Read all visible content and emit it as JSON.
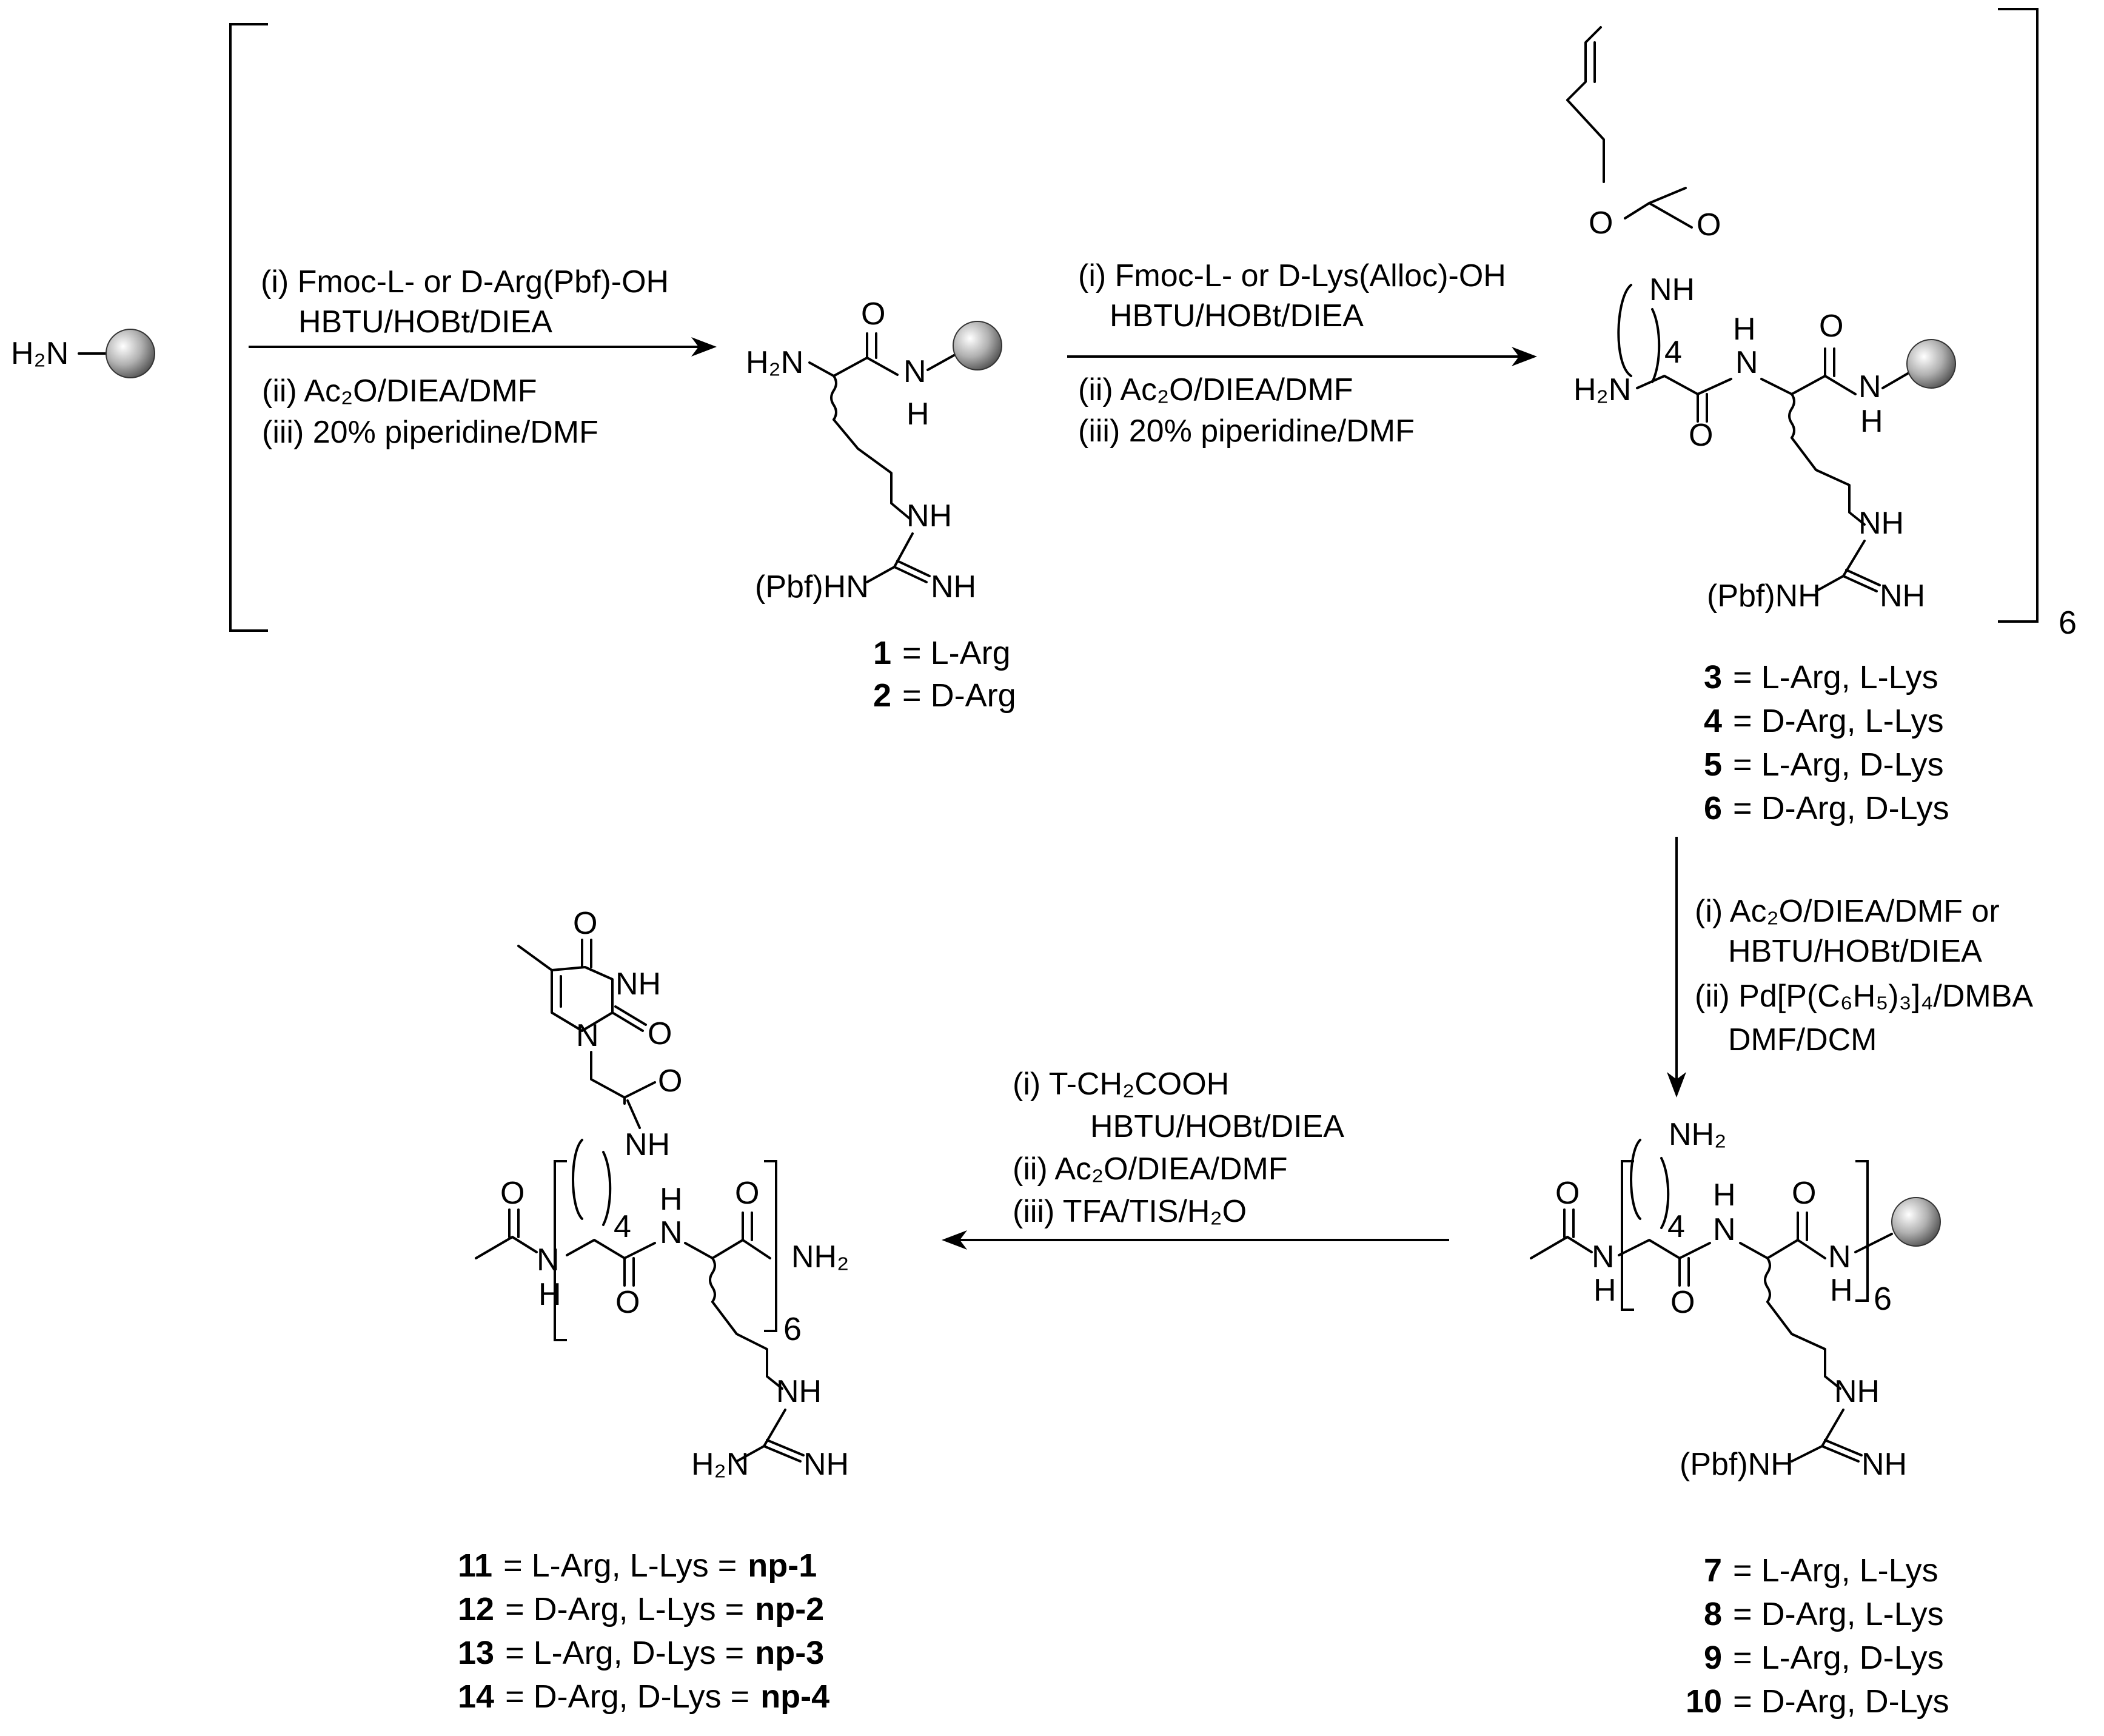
{
  "resin_label": "H₂N",
  "bracket_repeat_top": "6",
  "step1": {
    "reagents": [
      "(i) Fmoc-L- or D-Arg(Pbf)-OH",
      "HBTU/HOBt/DIEA",
      "(ii) Ac₂O/DIEA/DMF",
      "(iii) 20% piperidine/DMF"
    ]
  },
  "step2": {
    "reagents": [
      "(i) Fmoc-L- or D-Lys(Alloc)-OH",
      "HBTU/HOBt/DIEA",
      "(ii) Ac₂O/DIEA/DMF",
      "(iii) 20% piperidine/DMF"
    ]
  },
  "step3": {
    "reagents": [
      "(i) Ac₂O/DIEA/DMF or",
      "HBTU/HOBt/DIEA",
      "(ii) Pd[P(C₆H₅)₃]₄/DMBA",
      "DMF/DCM"
    ]
  },
  "step4": {
    "reagents": [
      "(i)   T-CH₂COOH",
      "HBTU/HOBt/DIEA",
      "(ii)  Ac₂O/DIEA/DMF",
      "(iii) TFA/TIS/H₂O"
    ]
  },
  "cmpd12": {
    "atoms": {
      "o": "O",
      "h2n": "H₂N",
      "nh": "N",
      "h": "H",
      "nh_g": "NH",
      "pbfhn": "(Pbf)HN",
      "nh_imine": "NH"
    },
    "captions": [
      {
        "num": "1",
        "text": "= L-Arg"
      },
      {
        "num": "2",
        "text": "= D-Arg"
      }
    ]
  },
  "cmpd36": {
    "atoms": {
      "o_top": "O",
      "o_carb": "O",
      "nh_carb": "NH",
      "four": "4",
      "h2n": "H₂N",
      "h_amide1": "H",
      "n_amide1": "N",
      "o_amide1": "O",
      "o_amide2": "O",
      "n_amide2": "N",
      "h_amide2": "H",
      "nh_g": "NH",
      "pbfnh": "(Pbf)NH",
      "nh_imine": "NH"
    },
    "repeat": "6",
    "captions": [
      {
        "num": "3",
        "text": "= L-Arg, L-Lys"
      },
      {
        "num": "4",
        "text": "= D-Arg, L-Lys"
      },
      {
        "num": "5",
        "text": "= L-Arg, D-Lys"
      },
      {
        "num": "6",
        "text": "= D-Arg, D-Lys"
      }
    ]
  },
  "cmpd710": {
    "atoms": {
      "o_ac": "O",
      "nh2": "NH₂",
      "four": "4",
      "h_amide1": "H",
      "n_amide1": "N",
      "o_amide2": "O",
      "n_ac": "N",
      "h_ac": "H",
      "o_mid": "O",
      "n_amide2": "N",
      "h_amide2": "H",
      "nh_g": "NH",
      "pbfnh": "(Pbf)NH",
      "nh_imine": "NH"
    },
    "repeat": "6",
    "captions": [
      {
        "num": "7",
        "text": "= L-Arg, L-Lys"
      },
      {
        "num": "8",
        "text": "= D-Arg, L-Lys"
      },
      {
        "num": "9",
        "text": "= L-Arg, D-Lys"
      },
      {
        "num": "10",
        "text": "= D-Arg, D-Lys"
      }
    ]
  },
  "cmpd1114": {
    "atoms": {
      "o_thy": "O",
      "nh_thy": "NH",
      "o_thy2": "O",
      "n_thy": "N",
      "o_link": "O",
      "nh_link": "NH",
      "o_ac": "O",
      "four": "4",
      "h_amide1": "H",
      "n_amide1": "N",
      "o_amide2": "O",
      "n_ac": "N",
      "h_ac": "H",
      "o_mid": "O",
      "nh2_term": "NH₂",
      "nh_g": "NH",
      "h2n_g": "H₂N",
      "nh_imine": "NH"
    },
    "repeat": "6",
    "captions": [
      {
        "num": "11",
        "text": "= L-Arg, L-Lys  =",
        "np": "np-1"
      },
      {
        "num": "12",
        "text": "= D-Arg, L-Lys =",
        "np": "np-2"
      },
      {
        "num": "13",
        "text": "= L-Arg, D-Lys =",
        "np": "np-3"
      },
      {
        "num": "14",
        "text": "= D-Arg, D-Lys =",
        "np": "np-4"
      }
    ]
  }
}
